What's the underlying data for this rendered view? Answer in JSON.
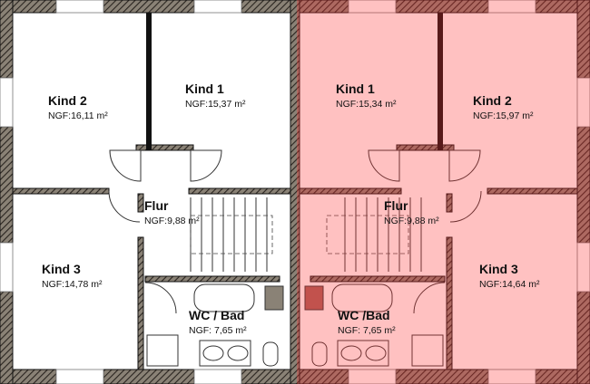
{
  "plan": {
    "highlight_color": "#ff6b6b",
    "wall_color": "#6b6258",
    "left_unit": {
      "rooms": [
        {
          "name": "Kind 2",
          "area": "NGF:16,11 m²"
        },
        {
          "name": "Kind 1",
          "area": "NGF:15,37 m²"
        },
        {
          "name": "Flur",
          "area": "NGF:9,88 m²"
        },
        {
          "name": "Kind 3",
          "area": "NGF:14,78 m²"
        },
        {
          "name": "WC / Bad",
          "area": "NGF: 7,65 m²"
        }
      ]
    },
    "right_unit": {
      "highlighted": true,
      "rooms": [
        {
          "name": "Kind 1",
          "area": "NGF:15,34 m²"
        },
        {
          "name": "Kind 2",
          "area": "NGF:15,97 m²"
        },
        {
          "name": "Flur",
          "area": "NGF:9,88 m²"
        },
        {
          "name": "Kind 3",
          "area": "NGF:14,64 m²"
        },
        {
          "name": "WC /Bad",
          "area": "NGF: 7,65 m²"
        }
      ]
    }
  }
}
